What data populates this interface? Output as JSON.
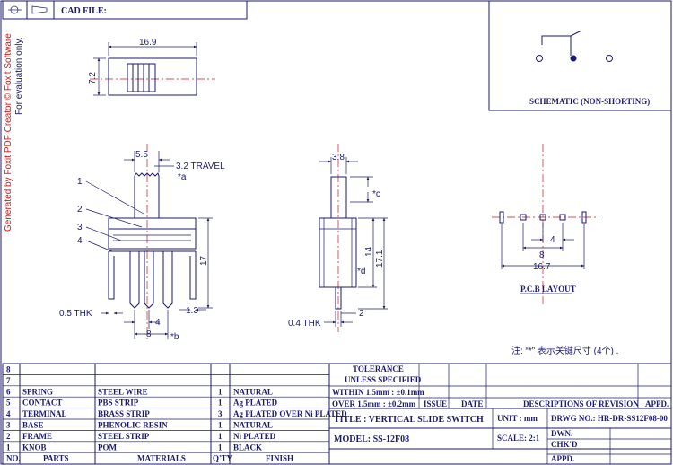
{
  "watermark": {
    "line1": "Generated by Foxit PDF Creator © Foxit Software",
    "line2": "For evaluation only."
  },
  "header": {
    "cad_file": "CAD FILE:"
  },
  "schematic": {
    "label": "SCHEMATIC (NON-SHORTING)"
  },
  "top_view": {
    "width": "16.9",
    "height": "7.2"
  },
  "front_view": {
    "pitch": "5.5",
    "travel": "3.2  TRAVEL",
    "travel_mark": "*a",
    "height": "17",
    "pin_spacing": "4",
    "span": "8",
    "span_mark": "*b",
    "frame_thk": "1.3",
    "thk": "0.5  THK",
    "callouts": [
      "1",
      "2",
      "3",
      "4"
    ]
  },
  "side_view": {
    "width": "3.8",
    "c_mark": "*c",
    "d_mark": "*d",
    "body": "14",
    "total": "17.1",
    "thk": "0.4  THK",
    "pin": "2"
  },
  "pcb": {
    "pitch": "4",
    "span": "8",
    "total": "16.7",
    "label": "P.C.B  LAYOUT"
  },
  "note": "注: “*” 表示关键尺寸 (4个) .",
  "bom": {
    "rows": [
      {
        "no": "8",
        "part": "",
        "material": "",
        "qty": "",
        "finish": ""
      },
      {
        "no": "7",
        "part": "",
        "material": "",
        "qty": "",
        "finish": ""
      },
      {
        "no": "6",
        "part": "SPRING",
        "material": "STEEL WIRE",
        "qty": "1",
        "finish": "NATURAL"
      },
      {
        "no": "5",
        "part": "CONTACT",
        "material": "PBS STRIP",
        "qty": "1",
        "finish": "Ag PLATED"
      },
      {
        "no": "4",
        "part": "TERMINAL",
        "material": "BRASS STRIP",
        "qty": "3",
        "finish": "Ag PLATED OVER Ni PLATED"
      },
      {
        "no": "3",
        "part": "BASE",
        "material": "PHENOLIC RESIN",
        "qty": "1",
        "finish": "NATURAL"
      },
      {
        "no": "2",
        "part": "FRAME",
        "material": "STEEL STRIP",
        "qty": "1",
        "finish": "Ni PLATED"
      },
      {
        "no": "1",
        "part": "KNOB",
        "material": "POM",
        "qty": "1",
        "finish": "BLACK"
      }
    ],
    "headers": {
      "no": "NO.",
      "part": "PARTS",
      "material": "MATERIALS",
      "qty": "Q'TY",
      "finish": "FINISH"
    }
  },
  "title_block": {
    "tolerance": "TOLERANCE",
    "unless": "UNLESS  SPECIFIED",
    "within": "WITHIN 1.5mm : ±0.1mm",
    "over": "OVER 1.5mm : ±0.2mm",
    "issue": "ISSUE",
    "date": "DATE",
    "revision": "DESCRIPTIONS  OF  REVISION",
    "appd": "APPD.",
    "title": "TITLE :  VERTICAL  SLIDE  SWITCH",
    "unit": "UNIT :  mm",
    "drwg": "DRWG NO.:  HR-DR-SS12F08-00",
    "model": "MODEL:  SS-12F08",
    "scale": "SCALE:  2:1",
    "dwn": "DWN.",
    "chkd": "CHK'D",
    "appd2": "APPD."
  }
}
